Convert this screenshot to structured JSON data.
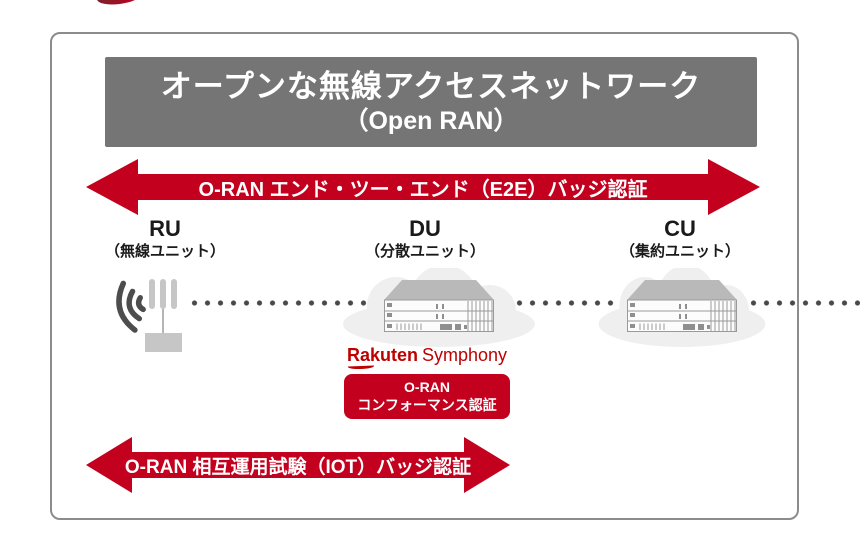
{
  "colors": {
    "arrow-red": "#c3001d",
    "rakuten-red": "#bf0000",
    "banner-gray": "#757575",
    "border-gray": "#8c8c8c",
    "cloud-gray": "#efefef",
    "icon-dark": "#4d4d4d",
    "icon-light": "#c6c6c6",
    "dot-gray": "#4a4a4a",
    "server-line": "#9a9a9a",
    "server-top": "#b9b9b9"
  },
  "banner": {
    "title_ja": "オープンな無線アクセスネットワーク",
    "title_en": "（Open RAN）"
  },
  "arrows": {
    "e2e_label": "O-RAN エンド・ツー・エンド（E2E）バッジ認証",
    "iot_label": "O-RAN 相互運用試験（IOT）バッジ認証"
  },
  "units": [
    {
      "abbr": "RU",
      "name": "（無線ユニット）",
      "icon": "antenna-wifi-icon"
    },
    {
      "abbr": "DU",
      "name": "（分散ユニット）",
      "icon": "cloud-server-icon"
    },
    {
      "abbr": "CU",
      "name": "（集約ユニット）",
      "icon": "cloud-server-icon"
    }
  ],
  "vendor_logo": {
    "bold": "Rakuten",
    "regular": "Symphony"
  },
  "conformance_badge": {
    "line1": "O-RAN",
    "line2": "コンフォーマンス認証"
  }
}
